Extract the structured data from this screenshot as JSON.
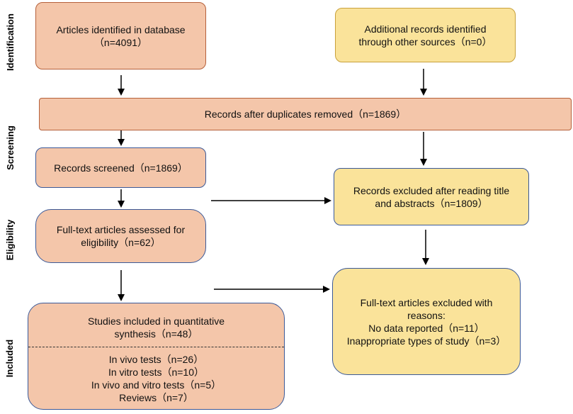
{
  "stages": {
    "identification": "Identification",
    "screening": "Screening",
    "eligibility": "Eligibility",
    "included": "Included"
  },
  "boxes": {
    "identified": {
      "line1": "Articles identified in database",
      "line2": "（n=4091）"
    },
    "additional": {
      "line1": "Additional records identified",
      "line2": "through other sources（n=0）"
    },
    "duplicates": {
      "line1": "Records after duplicates removed（n=1869）"
    },
    "screened": {
      "line1": "Records screened（n=1869）"
    },
    "excluded_title": {
      "line1": "Records excluded after reading title",
      "line2": "and abstracts（n=1809）"
    },
    "fulltext": {
      "line1": "Full-text articles assessed for",
      "line2": "eligibility（n=62）"
    },
    "fulltext_excluded": {
      "line1": "Full-text  articles excluded with",
      "line2": "reasons:",
      "line3": "No data reported（n=11）",
      "line4": "Inappropriate types of study（n=3）"
    },
    "included": {
      "line1": "Studies included in quantitative",
      "line2": "synthesis（n=48）",
      "items": [
        "In vivo tests（n=26）",
        "In vitro tests（n=10）",
        "In vivo and vitro tests（n=5）",
        "Reviews（n=7）"
      ]
    }
  },
  "colors": {
    "salmon_fill": "#f4c6aa",
    "salmon_border": "#b5603a",
    "yellow_fill": "#fae39a",
    "yellow_border": "#c8a13c",
    "blue_border": "#3b5998"
  }
}
